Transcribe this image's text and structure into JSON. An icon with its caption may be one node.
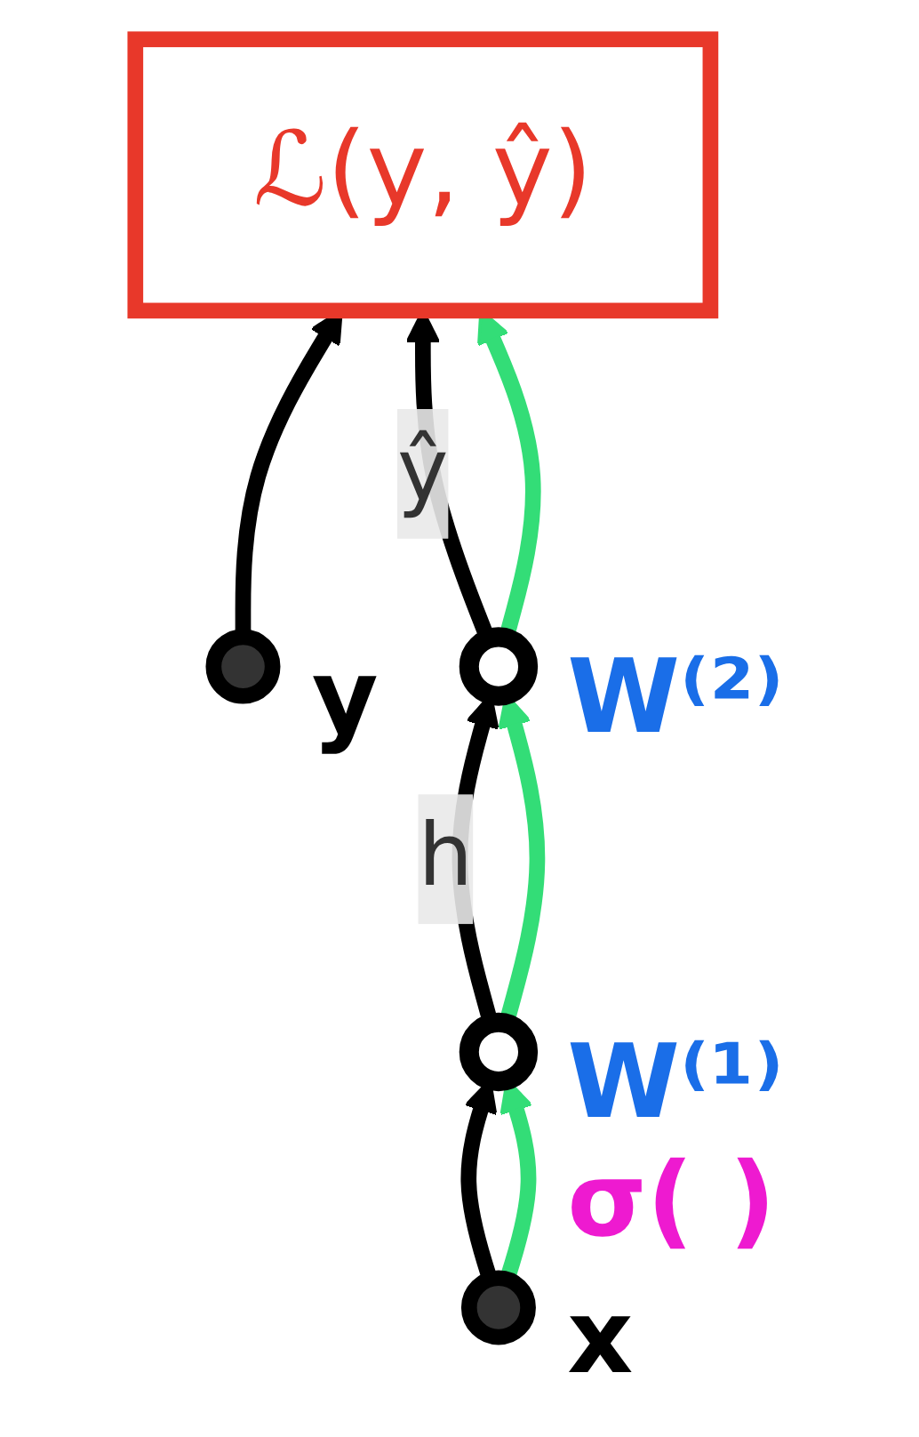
{
  "diagram": {
    "nodes": [
      {
        "text": [],
        "shape": "circle",
        "beside": [
          "y"
        ]
      },
      {
        "text": [
          "ℒ(y, ŷ)"
        ]
      },
      {
        "text": [],
        "shape": "circle",
        "beside": [
          "W⁽²⁾"
        ]
      },
      {
        "text": [],
        "shape": "circle",
        "beside": [
          "W⁽¹⁾",
          "σ( )"
        ]
      },
      {
        "text": [],
        "shape": "circle",
        "beside": [
          "x"
        ]
      }
    ],
    "edges": [
      {
        "from": 0,
        "to": 1,
        "arrow": "to"
      },
      {
        "from": 4,
        "to": 3,
        "arrow": "to"
      },
      {
        "from": 4,
        "to": 3,
        "arrow": "to",
        "color": "#33dd77"
      },
      {
        "from": 3,
        "to": 2,
        "arrow": "to",
        "label": "h"
      },
      {
        "from": 3,
        "to": 2,
        "arrow": "to",
        "color": "#33dd77"
      },
      {
        "from": 2,
        "to": 1,
        "arrow": "to",
        "label": "ŷ"
      },
      {
        "from": 2,
        "to": 1,
        "arrow": "to",
        "color": "#33dd77"
      }
    ]
  }
}
